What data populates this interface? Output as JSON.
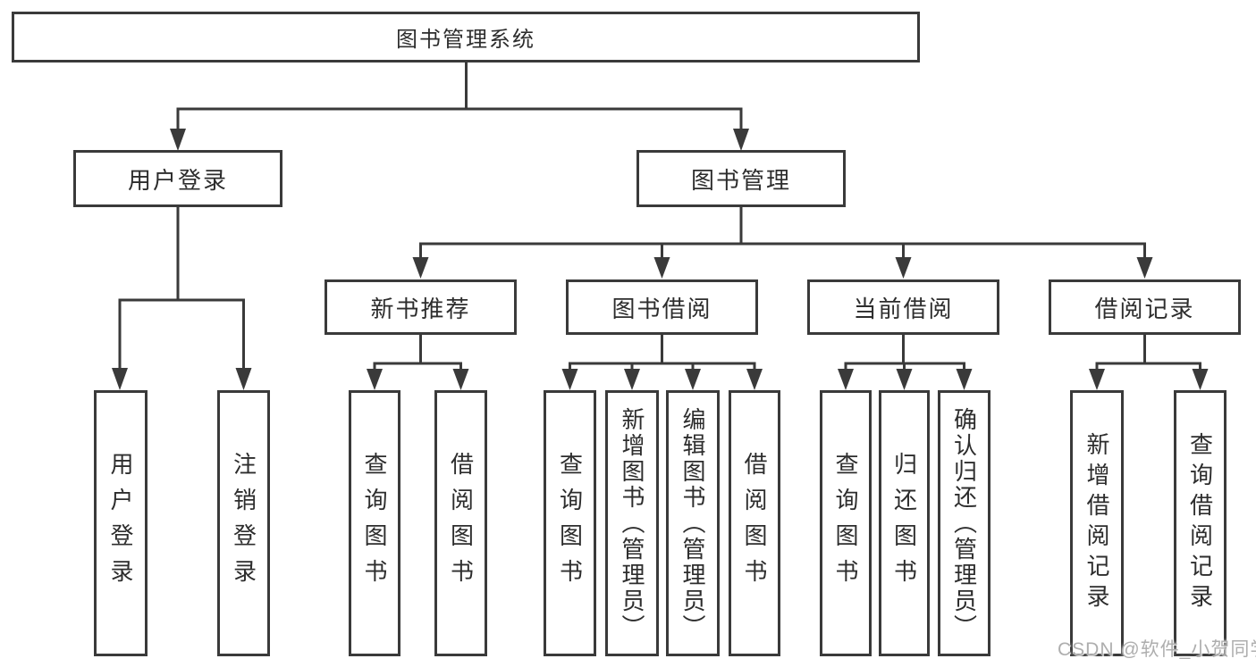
{
  "diagram": {
    "root": {
      "label": "图书管理系统"
    },
    "branches": [
      {
        "label": "用户登录",
        "children": [
          {
            "label": "用户登录"
          },
          {
            "label": "注销登录"
          }
        ]
      },
      {
        "label": "图书管理",
        "children": [
          {
            "label": "新书推荐",
            "children": [
              {
                "label": "查询图书"
              },
              {
                "label": "借阅图书"
              }
            ]
          },
          {
            "label": "图书借阅",
            "children": [
              {
                "label": "查询图书"
              },
              {
                "label": "新增图书（管理员）"
              },
              {
                "label": "编辑图书（管理员）"
              },
              {
                "label": "借阅图书"
              }
            ]
          },
          {
            "label": "当前借阅",
            "children": [
              {
                "label": "查询图书"
              },
              {
                "label": "归还图书"
              },
              {
                "label": "确认归还（管理员）"
              }
            ]
          },
          {
            "label": "借阅记录",
            "children": [
              {
                "label": "新增借阅记录"
              },
              {
                "label": "查询借阅记录"
              }
            ]
          }
        ]
      }
    ]
  },
  "watermark": {
    "text": "CSDN @软件_小贺同学"
  },
  "colors": {
    "stroke": "#3a3a3a",
    "text": "#2d2d2d",
    "background": "#ffffff",
    "watermark": "#aeaeae"
  }
}
